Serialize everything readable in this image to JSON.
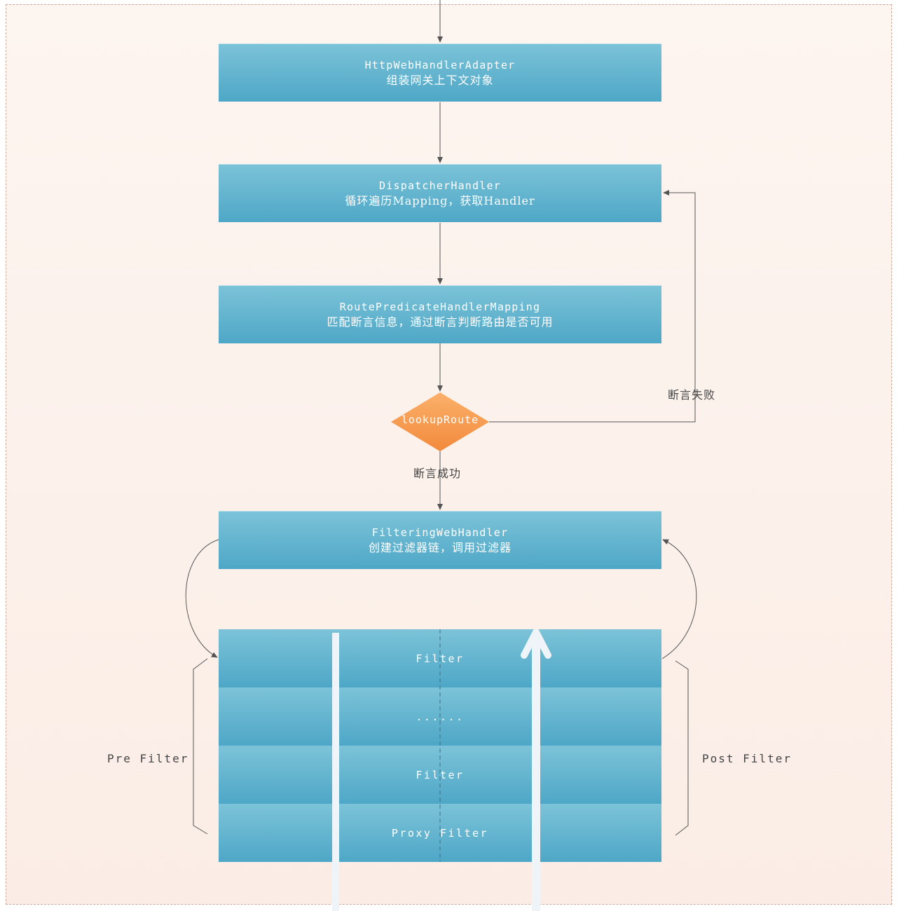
{
  "nodes": {
    "adapter": {
      "title": "HttpWebHandlerAdapter",
      "subtitle": "组装网关上下文对象"
    },
    "dispatcher": {
      "title": "DispatcherHandler",
      "subtitle": "循环遍历Mapping，获取Handler"
    },
    "mapping": {
      "title": "RoutePredicateHandlerMapping",
      "subtitle": "匹配断言信息，通过断言判断路由是否可用"
    },
    "decision": {
      "label": "lookupRoute"
    },
    "filtering": {
      "title": "FilteringWebHandler",
      "subtitle": "创建过滤器链，调用过滤器"
    }
  },
  "edges": {
    "fail_label": "断言失败",
    "success_label": "断言成功"
  },
  "filter_stack": {
    "rows": [
      "Filter",
      "......",
      "Filter",
      "Proxy Filter"
    ]
  },
  "side_labels": {
    "pre": "Pre Filter",
    "post": "Post Filter"
  },
  "colors": {
    "box_top": "#7cc3d8",
    "box_bottom": "#4ea7c7",
    "diamond": "#f7994a",
    "background": "#fdf5f0",
    "border": "#c8a99a"
  }
}
